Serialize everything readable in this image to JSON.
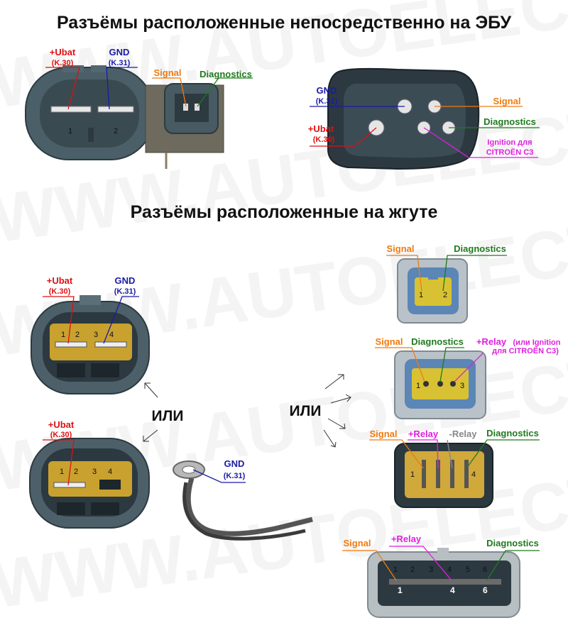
{
  "title_top": "Разъёмы расположенные непосредственно на ЭБУ",
  "title_middle": "Разъёмы расположенные на жгуте",
  "watermark": "WWW.AUTOELECTRIC.PRO",
  "or_label": "ИЛИ",
  "colors": {
    "ubat": "#dd1111",
    "gnd": "#1a1aa6",
    "signal": "#ef7b10",
    "diag": "#1f7a1f",
    "ignition": "#e01ee0",
    "minus_relay": "#888888"
  },
  "labels": {
    "ubat": "+Ubat",
    "ubat_code": "(K.30)",
    "gnd": "GND",
    "gnd_code": "(K.31)",
    "signal": "Signal",
    "diagnostics": "Diagnostics",
    "ignition_l1": "Ignition для",
    "ignition_l2": "CITROËN C3",
    "relay": "+Relay",
    "relay_alt_l1": "(или Ignition",
    "relay_alt_l2": "для CITROËN C3)",
    "minus_relay": "-Relay"
  },
  "pin_numbers": {
    "ecu1": [
      "1",
      "2"
    ],
    "c2pin": [
      "1",
      "2"
    ],
    "c3pin": [
      "1",
      "3"
    ],
    "c4pin": [
      "1",
      "4"
    ],
    "c6pin_top": [
      "1",
      "2",
      "3",
      "4",
      "5",
      "6"
    ],
    "c6pin_bottom": [
      "1",
      "4",
      "6"
    ],
    "harness_a": [
      "1",
      "2",
      "3",
      "4"
    ],
    "harness_b": [
      "1",
      "2",
      "3",
      "4"
    ]
  }
}
